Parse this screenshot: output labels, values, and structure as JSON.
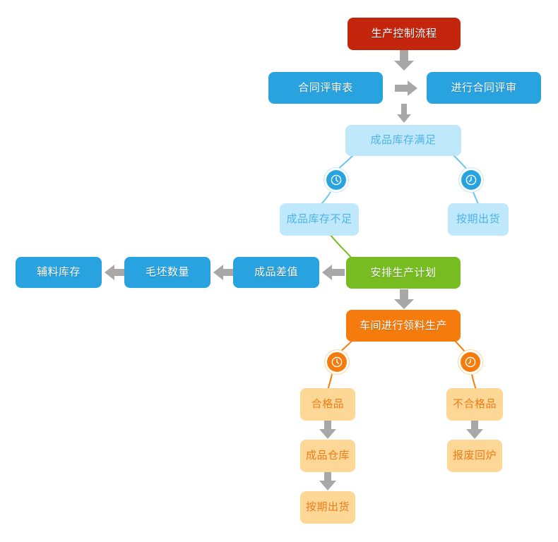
{
  "diagram": {
    "title": "生产控制流程",
    "type": "flowchart",
    "colors": {
      "red": "#c4260d",
      "blue": "#29a3e0",
      "light_blue": "#bfe8fb",
      "light_blue_text": "#4eb3e8",
      "green": "#77bc21",
      "orange": "#f57c0c",
      "light_orange": "#fcd795",
      "light_orange_text": "#ef7c1a",
      "arrow_grey": "#a8a8a8",
      "background": "#ffffff"
    },
    "nodes": [
      {
        "id": "root",
        "label": "生产控制流程",
        "style": "red"
      },
      {
        "id": "contract_form",
        "label": "合同评审表",
        "style": "blue"
      },
      {
        "id": "contract_rev",
        "label": "进行合同评审",
        "style": "blue"
      },
      {
        "id": "stock_ok",
        "label": "成品库存满足",
        "style": "lightblue"
      },
      {
        "id": "stock_short",
        "label": "成品库存不足",
        "style": "lightblue"
      },
      {
        "id": "ship_ontime_1",
        "label": "按期出货",
        "style": "lightblue"
      },
      {
        "id": "aux_stock",
        "label": "辅料库存",
        "style": "blue"
      },
      {
        "id": "blank_qty",
        "label": "毛坯数量",
        "style": "blue"
      },
      {
        "id": "fg_diff",
        "label": "成品差值",
        "style": "blue"
      },
      {
        "id": "plan_prod",
        "label": "安排生产计划",
        "style": "green"
      },
      {
        "id": "workshop",
        "label": "车间进行领料生产",
        "style": "orange"
      },
      {
        "id": "pass",
        "label": "合格品",
        "style": "lightorange"
      },
      {
        "id": "fail",
        "label": "不合格品",
        "style": "lightorange"
      },
      {
        "id": "fg_warehouse",
        "label": "成品仓库",
        "style": "lightorange"
      },
      {
        "id": "ship_ontime_2",
        "label": "按期出货",
        "style": "lightorange"
      },
      {
        "id": "scrap_remelt",
        "label": "报废回炉",
        "style": "lightorange"
      }
    ],
    "badges": [
      {
        "id": "badge-stock-left",
        "icon": "clock-icon",
        "style": "blue"
      },
      {
        "id": "badge-stock-right",
        "icon": "clock-icon",
        "style": "blue"
      },
      {
        "id": "badge-qc-left",
        "icon": "clock-icon",
        "style": "orange"
      },
      {
        "id": "badge-qc-right",
        "icon": "clock-icon",
        "style": "orange"
      }
    ],
    "edges": [
      {
        "from": "root",
        "to": "contract_form",
        "kind": "arrow-down"
      },
      {
        "from": "contract_form",
        "to": "contract_rev",
        "kind": "arrow-right"
      },
      {
        "from": "contract_form",
        "to": "stock_ok",
        "kind": "arrow-down"
      },
      {
        "from": "stock_ok",
        "to": "stock_short",
        "kind": "curve"
      },
      {
        "from": "stock_ok",
        "to": "ship_ontime_1",
        "kind": "curve"
      },
      {
        "from": "stock_short",
        "to": "plan_prod",
        "kind": "curve-green"
      },
      {
        "from": "plan_prod",
        "to": "fg_diff",
        "kind": "arrow-left"
      },
      {
        "from": "fg_diff",
        "to": "blank_qty",
        "kind": "arrow-left"
      },
      {
        "from": "blank_qty",
        "to": "aux_stock",
        "kind": "arrow-left"
      },
      {
        "from": "plan_prod",
        "to": "workshop",
        "kind": "arrow-down"
      },
      {
        "from": "workshop",
        "to": "pass",
        "kind": "curve-orange"
      },
      {
        "from": "workshop",
        "to": "fail",
        "kind": "curve-orange"
      },
      {
        "from": "pass",
        "to": "fg_warehouse",
        "kind": "arrow-down"
      },
      {
        "from": "fg_warehouse",
        "to": "ship_ontime_2",
        "kind": "arrow-down"
      },
      {
        "from": "fail",
        "to": "scrap_remelt",
        "kind": "arrow-down"
      }
    ]
  }
}
